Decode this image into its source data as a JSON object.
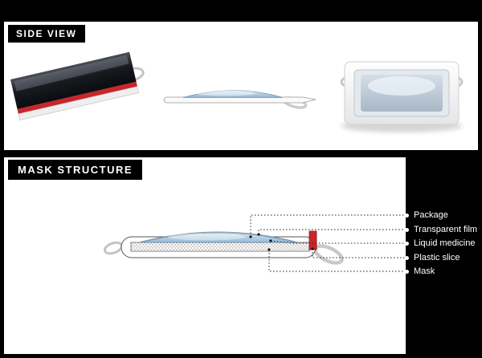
{
  "sections": {
    "side_view": {
      "title": "SIDE VIEW"
    },
    "mask_structure": {
      "title": "MASK STRUCTURE",
      "labels": [
        {
          "label": "Package"
        },
        {
          "label": "Transparent film"
        },
        {
          "label": "Liquid medicine"
        },
        {
          "label": "Plastic slice"
        },
        {
          "label": "Mask"
        }
      ]
    }
  },
  "colors": {
    "background": "#000000",
    "panel_white": "#ffffff",
    "accent_red": "#c9252b",
    "medicine_blue": "#9dbfda",
    "loop_gray": "#c8c8c8",
    "label_text": "#ffffff"
  }
}
